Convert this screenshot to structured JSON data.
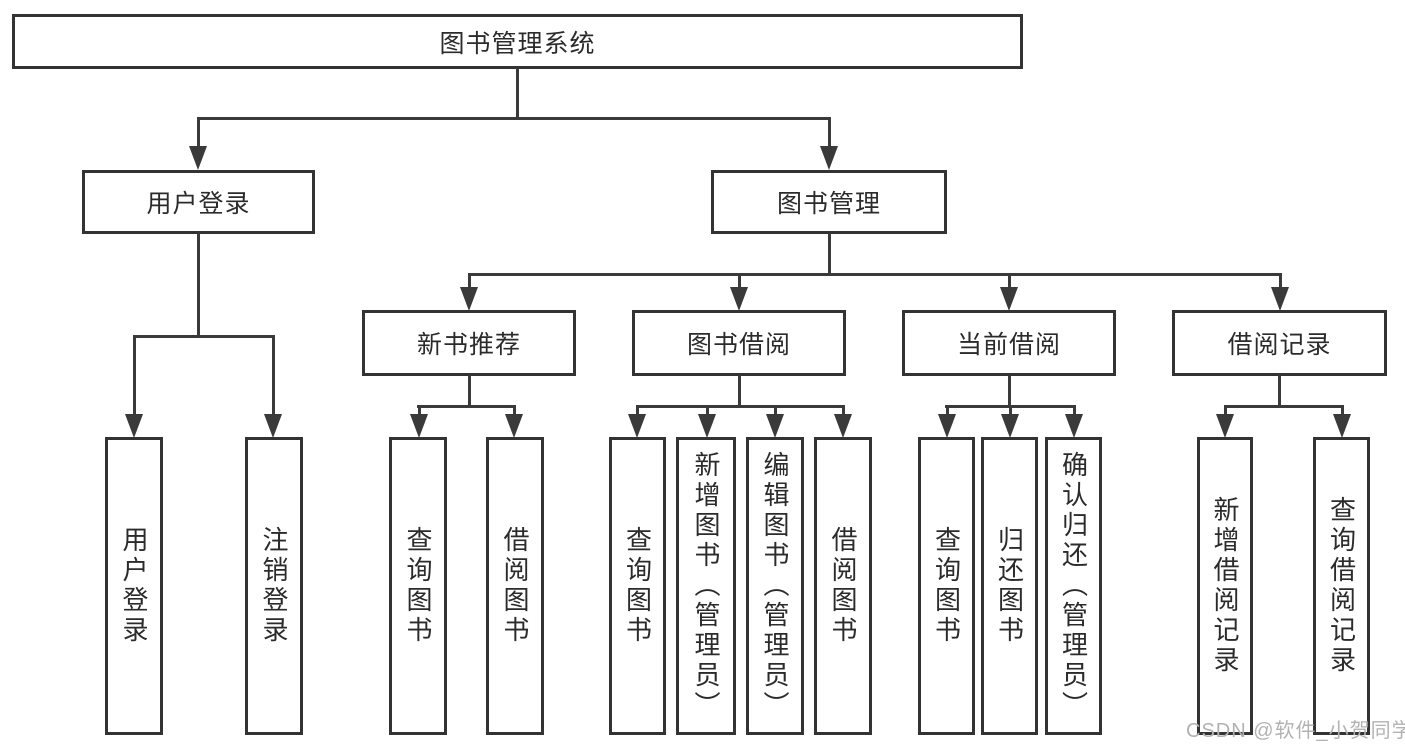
{
  "colors": {
    "line": "#3a3a3a",
    "box_border": "#333333",
    "text": "#2b2b2b",
    "watermark": "#b2b2b2",
    "background": "#ffffff"
  },
  "watermark": {
    "text": "CSDN @软件_小贺同学"
  },
  "tree": {
    "label": "图书管理系统",
    "children": [
      {
        "label": "用户登录",
        "children": [
          {
            "label": "用户登录"
          },
          {
            "label": "注销登录"
          }
        ]
      },
      {
        "label": "图书管理",
        "children": [
          {
            "label": "新书推荐",
            "children": [
              {
                "label": "查询图书"
              },
              {
                "label": "借阅图书"
              }
            ]
          },
          {
            "label": "图书借阅",
            "children": [
              {
                "label": "查询图书"
              },
              {
                "label": "新增图书（管理员）"
              },
              {
                "label": "编辑图书（管理员）"
              },
              {
                "label": "借阅图书"
              }
            ]
          },
          {
            "label": "当前借阅",
            "children": [
              {
                "label": "查询图书"
              },
              {
                "label": "归还图书"
              },
              {
                "label": "确认归还（管理员）"
              }
            ]
          },
          {
            "label": "借阅记录",
            "children": [
              {
                "label": "新增借阅记录"
              },
              {
                "label": "查询借阅记录"
              }
            ]
          }
        ]
      }
    ]
  }
}
